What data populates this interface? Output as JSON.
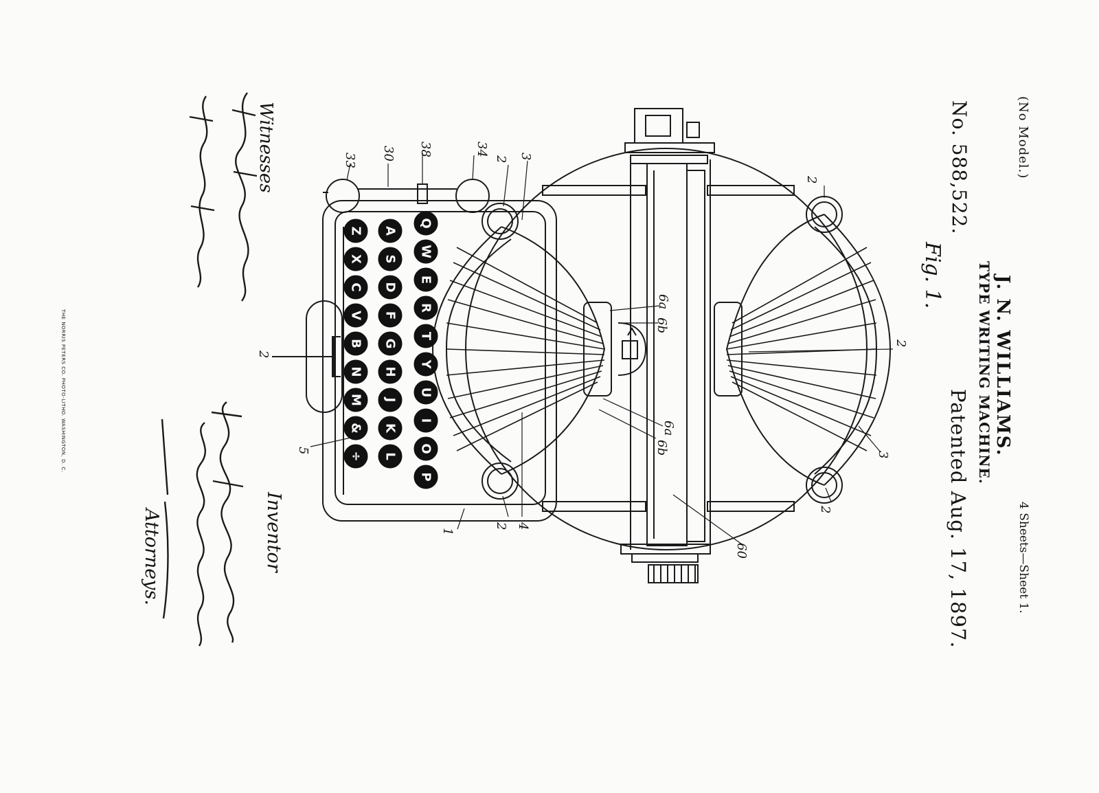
{
  "header": {
    "model_note": "(No Model.)",
    "sheets": "4 Sheets—Sheet 1.",
    "inventor": "J. N. WILLIAMS.",
    "title": "TYPE WRITING MACHINE.",
    "patent_number": "No. 588,522.",
    "patent_date": "Patented Aug. 17, 1897.",
    "figure_label": "Fig. 1."
  },
  "printer_credit": "THE NORRIS PETERS CO. PHOTO-LITHO. WASHINGTON, D. C.",
  "signatures": {
    "witnesses_label": "Witnesses",
    "inventor_label": "Inventor",
    "attorneys_label": "Attorneys."
  },
  "reference_numerals": {
    "frame": "1",
    "bars": "2",
    "segments": "3",
    "center": "4",
    "keyboard": "5",
    "a": "6a",
    "b": "6b",
    "guide": "30",
    "k33": "33",
    "k34": "34",
    "k38": "38",
    "platen": "60"
  },
  "keyboard": {
    "columns": [
      [
        "Q",
        "W",
        "E",
        "R",
        "T",
        "Y",
        "U",
        "I",
        "O",
        "P"
      ],
      [
        "A",
        "S",
        "D",
        "F",
        "G",
        "H",
        "J",
        "K",
        "L"
      ],
      [
        "Z",
        "X",
        "C",
        "V",
        "B",
        "N",
        "M",
        "&",
        "÷"
      ]
    ]
  }
}
